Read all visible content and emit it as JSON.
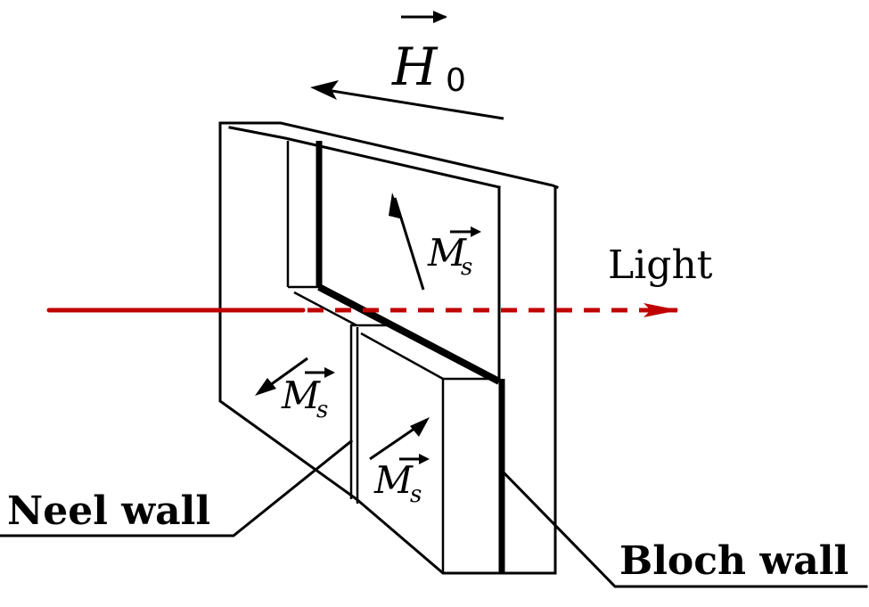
{
  "figure": {
    "title": "Domain walls in a magnetic film with light propagation",
    "labels": {
      "field": "H",
      "field_subscript": "0",
      "light": "Light",
      "neel_wall": "Neel wall",
      "bloch_wall": "Bloch wall",
      "magnetization": "M",
      "magnetization_subscript": "s"
    },
    "colors": {
      "light_beam": "#c00000",
      "outline": "#000000",
      "background": "#ffffff"
    },
    "icons": {
      "field_arrow": "arrow-left",
      "light_arrow": "arrow-right",
      "vector_marker": "overarrow"
    }
  }
}
